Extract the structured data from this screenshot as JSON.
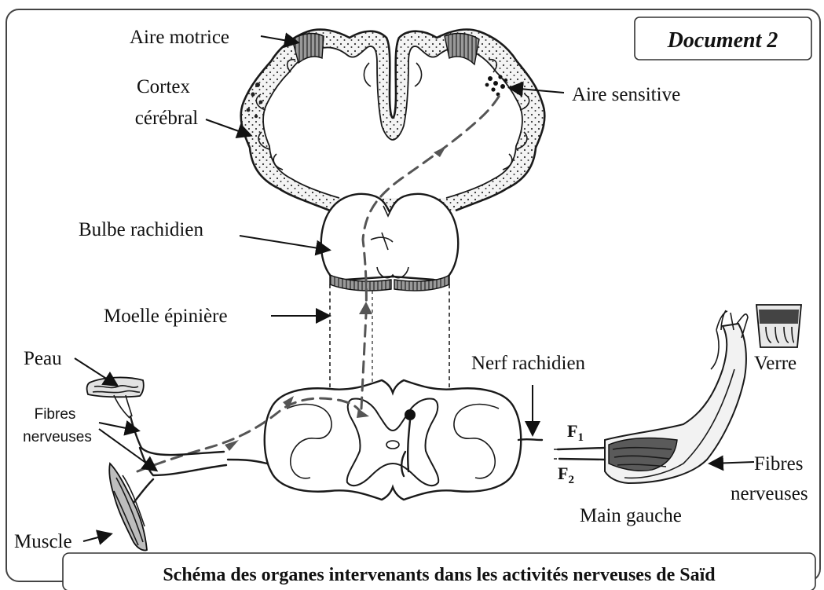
{
  "document_label": "Document 2",
  "caption": "Schéma des organes intervenants dans les activités nerveuses de Saïd",
  "labels": {
    "aire_motrice": "Aire motrice",
    "cortex_line1": "Cortex",
    "cortex_line2": "cérébral",
    "aire_sensitive": "Aire sensitive",
    "bulbe": "Bulbe rachidien",
    "moelle": "Moelle épinière",
    "peau": "Peau",
    "fibres_left_line1": "Fibres",
    "fibres_left_line2": "nerveuses",
    "muscle": "Muscle",
    "nerf": "Nerf rachidien",
    "verre": "Verre",
    "f1_letter": "F",
    "f1_sub": "1",
    "f2_letter": "F",
    "f2_sub": "2",
    "fibres_right_line1": "Fibres",
    "fibres_right_line2": "nerveuses",
    "main_gauche": "Main gauche"
  }
}
